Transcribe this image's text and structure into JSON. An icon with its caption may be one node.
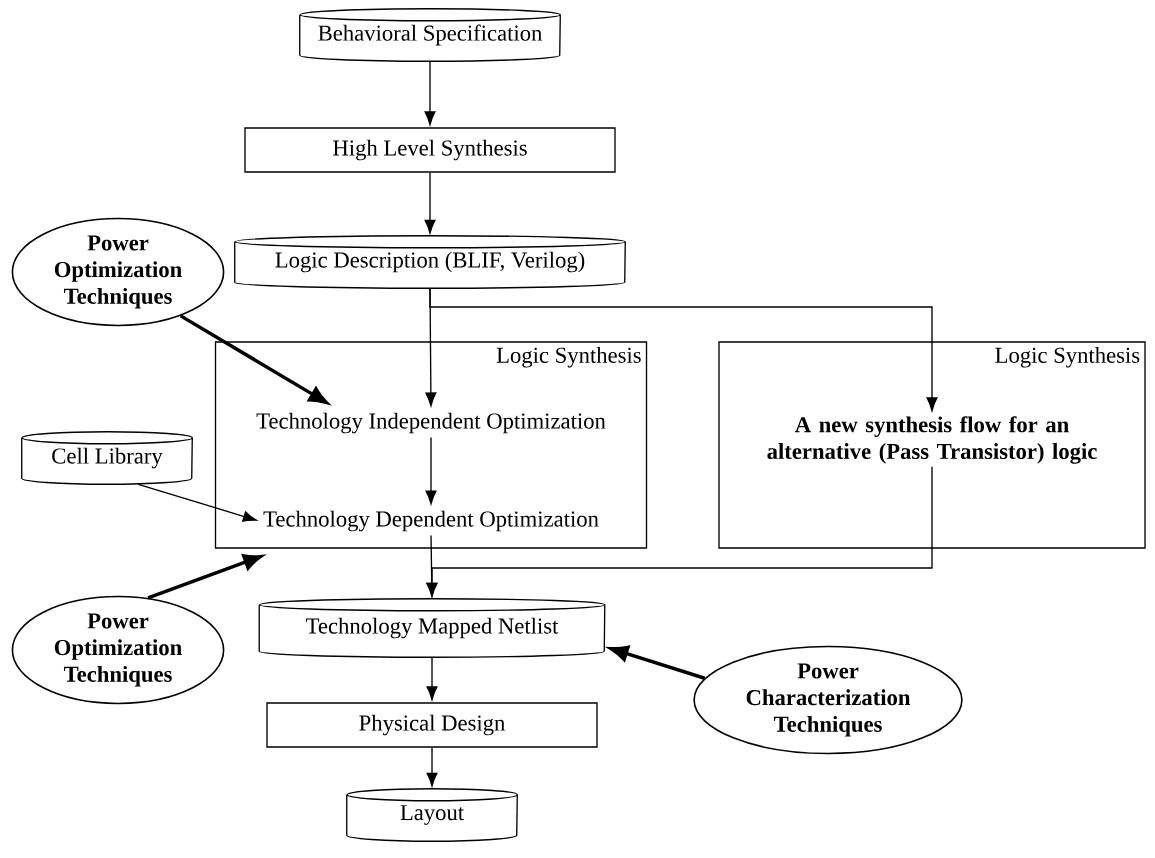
{
  "diagram": {
    "nodes": [
      {
        "text": [
          "Behavioral Specification"
        ]
      },
      {
        "text": [
          "High Level Synthesis"
        ]
      },
      {
        "text": [
          "Logic Description (BLIF, Verilog)"
        ]
      },
      {
        "text": [
          "Power Optimization Techniques"
        ]
      },
      {
        "text": [
          "Logic Synthesis"
        ]
      },
      {
        "text": [
          "Technology Independent Optimization"
        ],
        "in": 4
      },
      {
        "text": [
          "Technology Dependent Optimization"
        ],
        "in": 4
      },
      {
        "text": [
          "Cell Library"
        ]
      },
      {
        "text": [
          "Logic Synthesis"
        ]
      },
      {
        "text": [
          "A new synthesis flow for an alternative (Pass Transistor) logic"
        ],
        "in": 8
      },
      {
        "text": [
          "Power Optimization Techniques"
        ]
      },
      {
        "text": [
          "Technology Mapped Netlist"
        ]
      },
      {
        "text": [
          "Power Characterization Techniques"
        ]
      },
      {
        "text": [
          "Physical Design"
        ]
      },
      {
        "text": [
          "Layout"
        ]
      }
    ],
    "edges": [
      {
        "from": 0,
        "to": 1,
        "arrow": "to"
      },
      {
        "from": 1,
        "to": 2,
        "arrow": "to"
      },
      {
        "from": 2,
        "to": 5,
        "arrow": "to"
      },
      {
        "from": 2,
        "to": 9,
        "arrow": "to"
      },
      {
        "from": 3,
        "to": 5,
        "arrow": "to",
        "style": "thick"
      },
      {
        "from": 5,
        "to": 6,
        "arrow": "to"
      },
      {
        "from": 7,
        "to": 6,
        "arrow": "to"
      },
      {
        "from": 10,
        "to": 6,
        "arrow": "to",
        "style": "thick"
      },
      {
        "from": 6,
        "to": 11,
        "arrow": "to"
      },
      {
        "from": 9,
        "to": 11,
        "arrow": "to"
      },
      {
        "from": 12,
        "to": 11,
        "arrow": "to",
        "style": "thick"
      },
      {
        "from": 11,
        "to": 13,
        "arrow": "to"
      },
      {
        "from": 13,
        "to": 14,
        "arrow": "to"
      }
    ]
  }
}
